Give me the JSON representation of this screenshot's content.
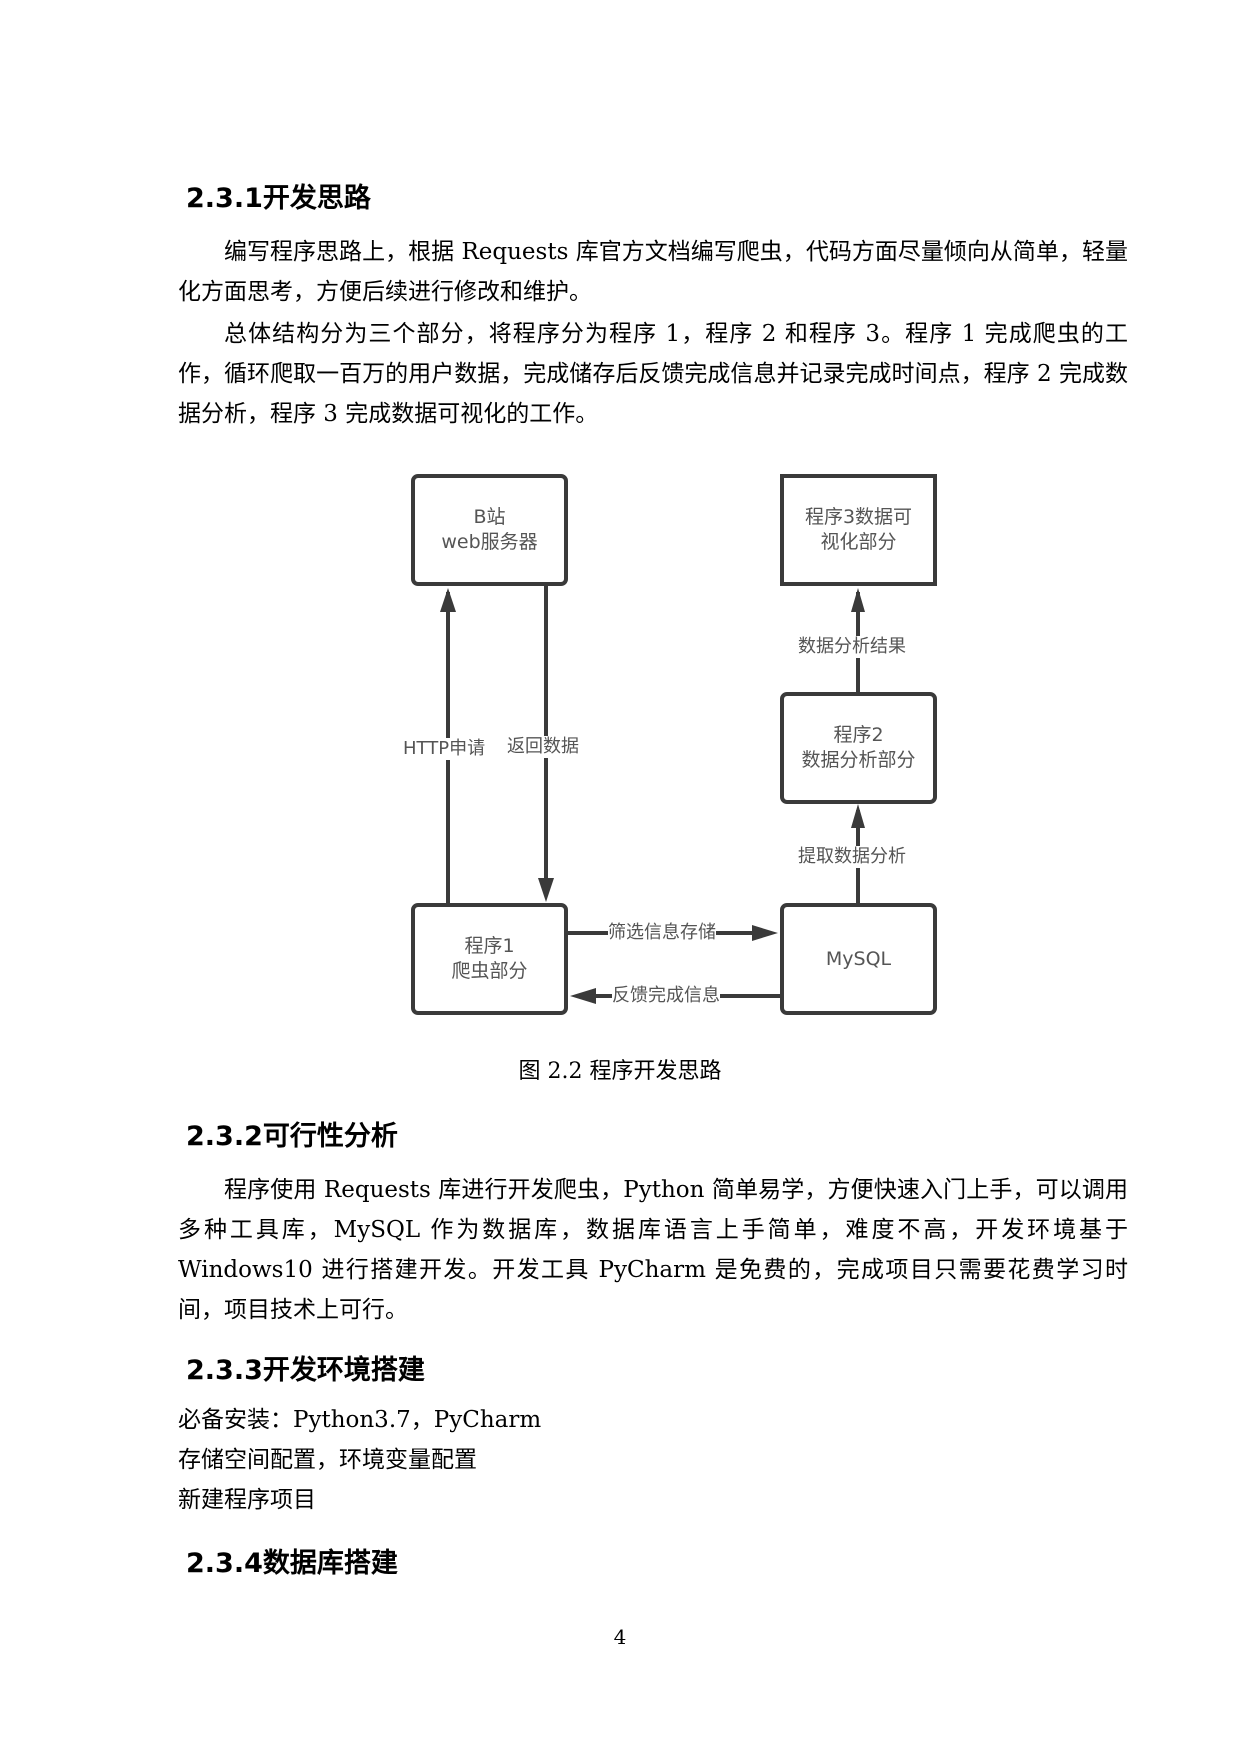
{
  "sections": {
    "s231": {
      "heading": "2.3.1开发思路",
      "para1": "编写程序思路上，根据 Requests 库官方文档编写爬虫，代码方面尽量倾向从简单，轻量化方面思考，方便后续进行修改和维护。",
      "para2": "总体结构分为三个部分，将程序分为程序 1，程序 2 和程序 3。程序 1 完成爬虫的工作，循环爬取一百万的用户数据，完成储存后反馈完成信息并记录完成时间点，程序 2 完成数据分析，程序 3 完成数据可视化的工作。"
    },
    "s232": {
      "heading": "2.3.2可行性分析",
      "para1": "程序使用 Requests 库进行开发爬虫，Python 简单易学，方便快速入门上手，可以调用多种工具库，MySQL 作为数据库，数据库语言上手简单，难度不高，开发环境基于 Windows10 进行搭建开发。开发工具 PyCharm 是免费的，完成项目只需要花费学习时间，项目技术上可行。"
    },
    "s233": {
      "heading": "2.3.3开发环境搭建",
      "items": [
        "必备安装：Python3.7，PyCharm",
        "存储空间配置，环境变量配置",
        "新建程序项目"
      ]
    },
    "s234": {
      "heading": "2.3.4数据库搭建"
    }
  },
  "figure": {
    "caption": "图 2.2  程序开发思路",
    "nodes": {
      "server": {
        "line1": "B站",
        "line2": "web服务器"
      },
      "program3": {
        "line1": "程序3数据可",
        "line2": "视化部分"
      },
      "program2": {
        "line1": "程序2",
        "line2": "数据分析部分"
      },
      "program1": {
        "line1": "程序1",
        "line2": "爬虫部分"
      },
      "mysql": {
        "line1": "MySQL"
      }
    },
    "edges": {
      "http_request": "HTTP申请",
      "return_data": "返回数据",
      "filter_store": "筛选信息存储",
      "feedback": "反馈完成信息",
      "extract_analyze": "提取数据分析",
      "analysis_result": "数据分析结果"
    },
    "colors": {
      "stroke": "#3a3a3a",
      "text": "#555555"
    }
  },
  "page_number": "4"
}
